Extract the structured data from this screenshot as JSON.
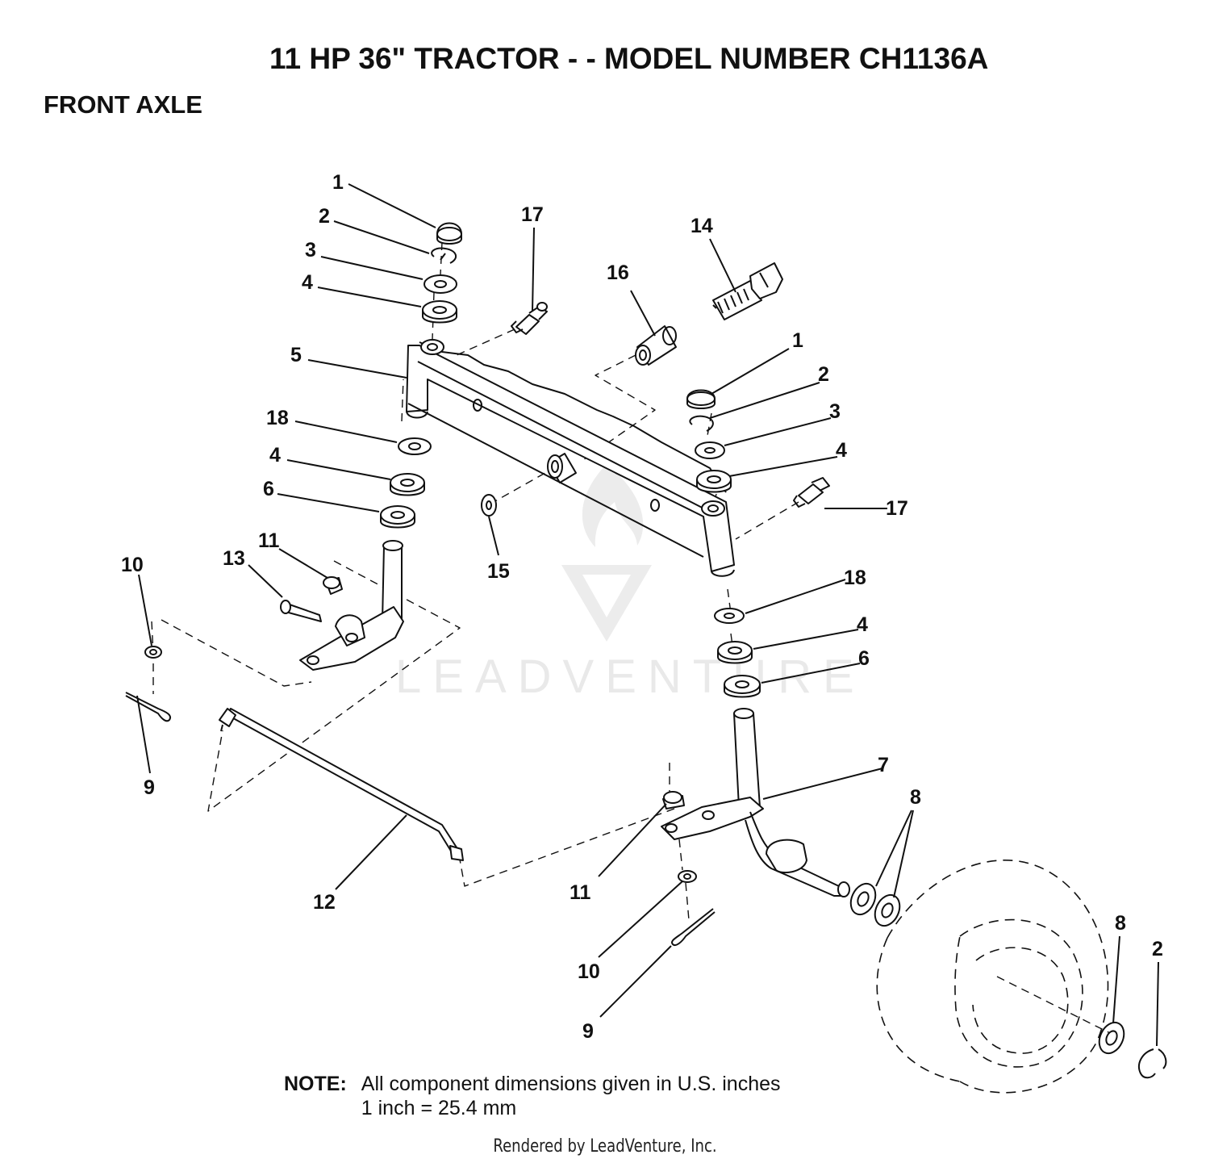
{
  "title": "11 HP 36\" TRACTOR  - - MODEL NUMBER CH1136A",
  "section": "FRONT AXLE",
  "watermark": "LEADVENTURE",
  "callouts": {
    "c01": "1",
    "c02": "2",
    "c03": "3",
    "c04": "4",
    "c05": "5",
    "c06": "18",
    "c07": "4",
    "c08": "6",
    "c09": "17",
    "c10": "16",
    "c11": "14",
    "c12": "1",
    "c13": "2",
    "c14": "3",
    "c15": "4",
    "c16": "17",
    "c17": "15",
    "c18": "10",
    "c19": "13",
    "c20": "11",
    "c21": "9",
    "c22": "18",
    "c23": "4",
    "c24": "6",
    "c25": "7",
    "c26": "8",
    "c27": "12",
    "c28": "11",
    "c29": "10",
    "c30": "9",
    "c31": "8",
    "c32": "2"
  },
  "note": {
    "label": "NOTE:",
    "line1": "All component dimensions given in U.S. inches",
    "line2": "1 inch = 25.4 mm"
  },
  "footer": "Rendered by LeadVenture, Inc."
}
